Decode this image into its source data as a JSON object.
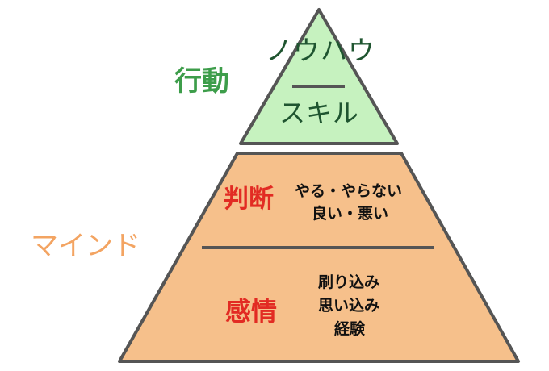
{
  "colors": {
    "top_fill": "#c6f2bf",
    "bottom_fill": "#f6c08b",
    "outline": "#555555",
    "action_label": "#3d9d4a",
    "mind_label": "#f3a462",
    "sub_label": "#e22b23",
    "top_text": "#1f5530",
    "body_text": "#111111"
  },
  "labels": {
    "action": "行動",
    "mind": "マインド"
  },
  "top": {
    "upper": "ノウハウ",
    "lower": "スキル"
  },
  "middle": {
    "title": "判断",
    "lines": [
      "やる・やらない",
      "良い・悪い"
    ]
  },
  "bottom": {
    "title": "感情",
    "lines": [
      "刷り込み",
      "思い込み",
      "経験"
    ]
  }
}
